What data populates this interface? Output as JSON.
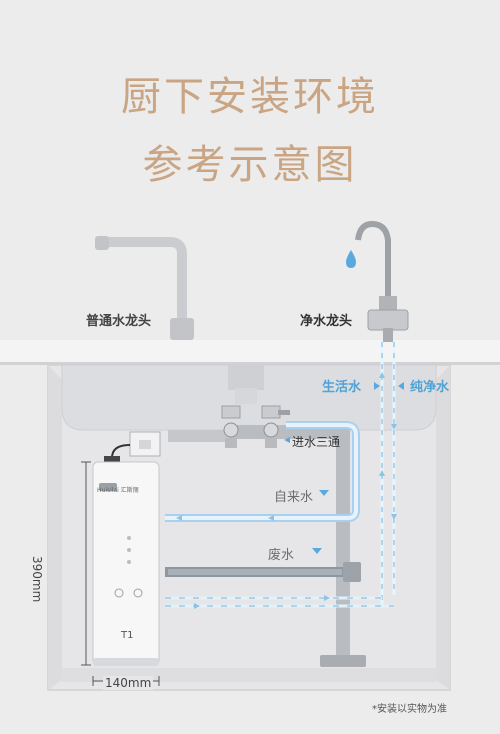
{
  "title": {
    "line1": "厨下安装环境",
    "line2": "参考示意图"
  },
  "labels": {
    "normal_faucet": "普通水龙头",
    "pure_faucet": "净水龙头",
    "life_water": "生活水",
    "pure_water": "纯净水",
    "inlet_tee": "进水三通",
    "tap_water": "自来水",
    "waste_water": "废水",
    "height": "390mm",
    "width": "140mm",
    "model": "T1",
    "brand": "Huisilai 汇斯丽",
    "note": "*安装以实物为准"
  },
  "colors": {
    "title": "#c9a584",
    "water_blue": "#4ea3d8",
    "pipe_gray": "#b9bcc1"
  }
}
